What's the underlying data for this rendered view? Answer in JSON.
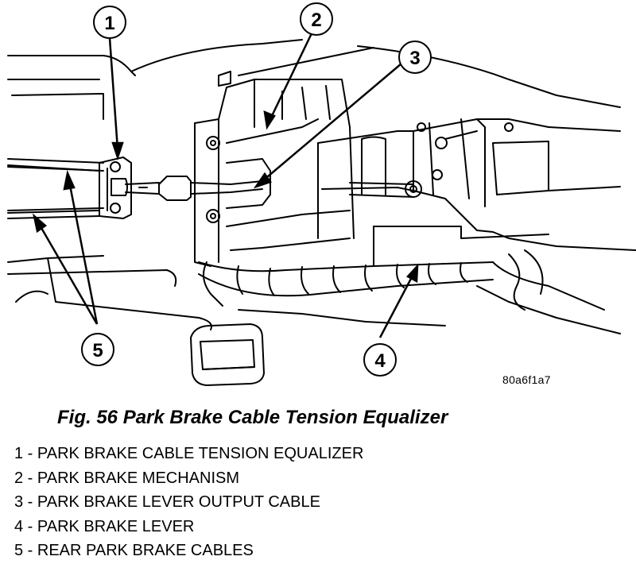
{
  "figure": {
    "caption": "Fig. 56 Park Brake Cable Tension Equalizer",
    "image_code": "80a6f1a7"
  },
  "callouts": [
    "1",
    "2",
    "3",
    "4",
    "5"
  ],
  "legend": [
    "1 - PARK BRAKE CABLE TENSION EQUALIZER",
    "2 - PARK BRAKE MECHANISM",
    "3 - PARK BRAKE LEVER OUTPUT CABLE",
    "4 - PARK BRAKE LEVER",
    "5 - REAR PARK BRAKE CABLES"
  ]
}
